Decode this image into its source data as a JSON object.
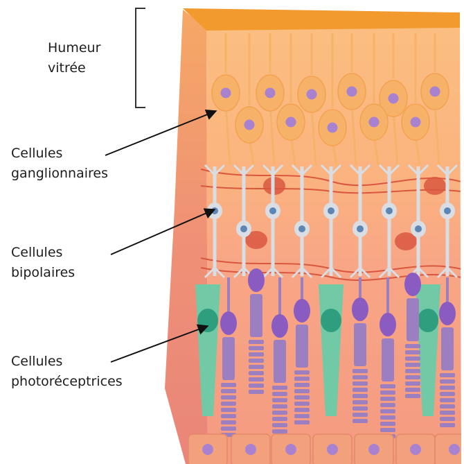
{
  "labels": {
    "vitreous": {
      "line1": "Humeur",
      "line2": "vitrée"
    },
    "ganglion": {
      "line1": "Cellules",
      "line2": "ganglionnaires"
    },
    "bipolar": {
      "line1": "Cellules",
      "line2": "bipolaires"
    },
    "photoreceptor": {
      "line1": "Cellules",
      "line2": "photoréceptrices"
    }
  },
  "colors": {
    "top_edge": "#f29a2e",
    "vitreous_band": "#fbc07c",
    "ganglion_layer": "#fbb57e",
    "bipolar_layer": "#f7a988",
    "photo_layer": "#f59c82",
    "ganglion_cell": "#f7b26a",
    "cell_nucleus": "#a982cf",
    "bipolar_cell": "#d9dde4",
    "bipolar_nucleus": "#5d86b4",
    "horizontal_fiber": "#d9573f",
    "cone": "#72c9a6",
    "cone_nucleus": "#2f9e7f",
    "rod": "#9b7fc0",
    "rod_nucleus": "#8a5bc1",
    "pointer": "#111111"
  }
}
